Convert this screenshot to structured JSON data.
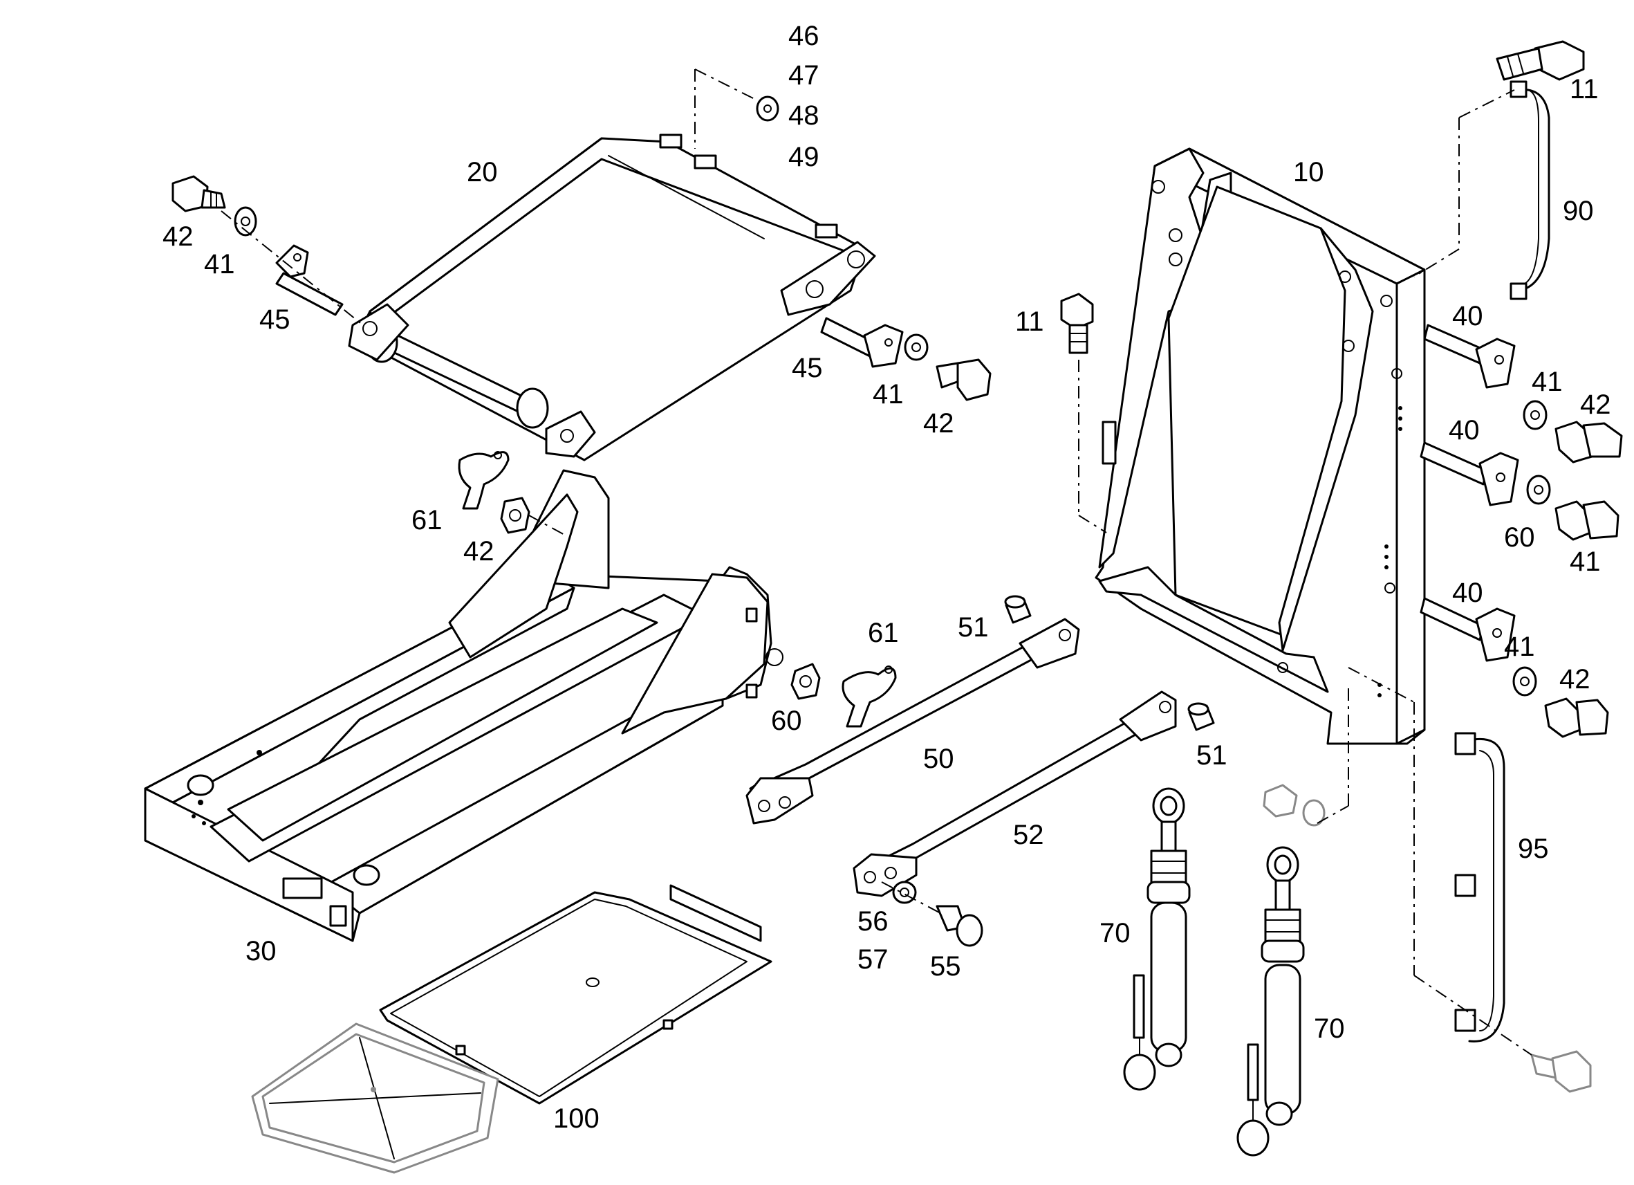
{
  "callouts": [
    {
      "id": "c46",
      "text": "46"
    },
    {
      "id": "c47",
      "text": "47"
    },
    {
      "id": "c48",
      "text": "48"
    },
    {
      "id": "c49",
      "text": "49"
    },
    {
      "id": "c11a",
      "text": "11"
    },
    {
      "id": "c90",
      "text": "90"
    },
    {
      "id": "c20",
      "text": "20"
    },
    {
      "id": "c10",
      "text": "10"
    },
    {
      "id": "c42a",
      "text": "42"
    },
    {
      "id": "c41a",
      "text": "41"
    },
    {
      "id": "c45a",
      "text": "45"
    },
    {
      "id": "c11b",
      "text": "11"
    },
    {
      "id": "c40a",
      "text": "40"
    },
    {
      "id": "c45b",
      "text": "45"
    },
    {
      "id": "c41b",
      "text": "41"
    },
    {
      "id": "c42b",
      "text": "42"
    },
    {
      "id": "c41c",
      "text": "41"
    },
    {
      "id": "c42c",
      "text": "42"
    },
    {
      "id": "c40b",
      "text": "40"
    },
    {
      "id": "c61a",
      "text": "61"
    },
    {
      "id": "c60a",
      "text": "60"
    },
    {
      "id": "c41d",
      "text": "41"
    },
    {
      "id": "c42d",
      "text": "42"
    },
    {
      "id": "c40c",
      "text": "40"
    },
    {
      "id": "c61b",
      "text": "61"
    },
    {
      "id": "c51a",
      "text": "51"
    },
    {
      "id": "c41e",
      "text": "41"
    },
    {
      "id": "c42e",
      "text": "42"
    },
    {
      "id": "c60b",
      "text": "60"
    },
    {
      "id": "c50",
      "text": "50"
    },
    {
      "id": "c51b",
      "text": "51"
    },
    {
      "id": "c52",
      "text": "52"
    },
    {
      "id": "c95",
      "text": "95"
    },
    {
      "id": "c56",
      "text": "56"
    },
    {
      "id": "c70a",
      "text": "70"
    },
    {
      "id": "c30",
      "text": "30"
    },
    {
      "id": "c57",
      "text": "57"
    },
    {
      "id": "c55",
      "text": "55"
    },
    {
      "id": "c70b",
      "text": "70"
    },
    {
      "id": "c100",
      "text": "100"
    }
  ]
}
